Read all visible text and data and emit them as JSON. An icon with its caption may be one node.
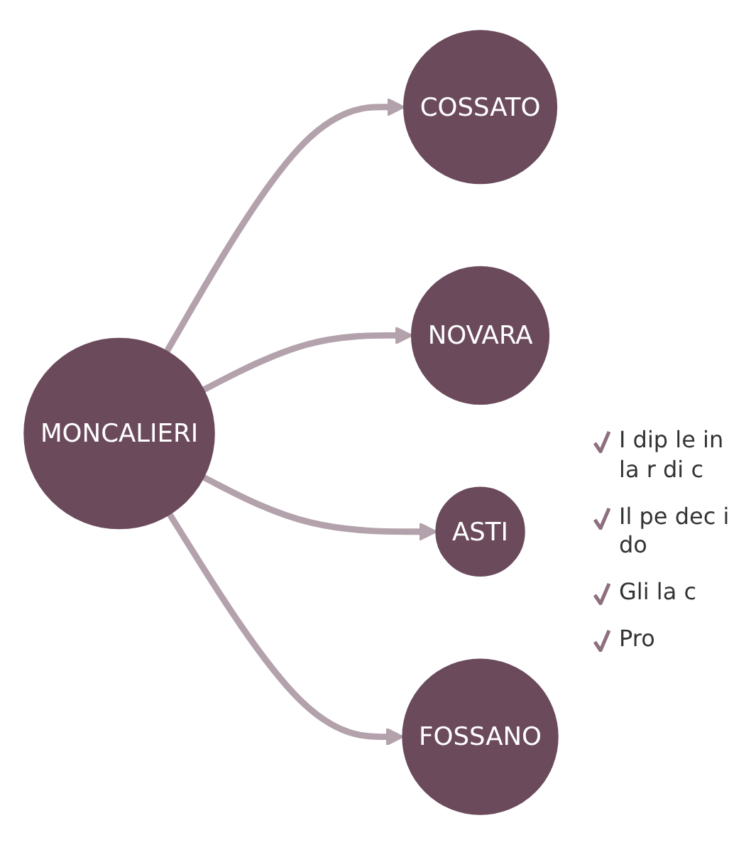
{
  "diagram": {
    "nodes": [
      {
        "text": [
          "COSSATO"
        ]
      },
      {
        "text": [
          "NOVARA"
        ]
      },
      {
        "text": [
          "MONCALIERI"
        ]
      },
      {
        "text": [
          "ASTI"
        ]
      },
      {
        "text": [
          "FOSSANO"
        ]
      }
    ],
    "edges": [
      {
        "from": 2,
        "to": 0,
        "arrow": "to"
      },
      {
        "from": 2,
        "to": 1,
        "arrow": "to"
      },
      {
        "from": 2,
        "to": 3,
        "arrow": "to"
      },
      {
        "from": 2,
        "to": 4,
        "arrow": "to"
      }
    ],
    "labels": [
      "I dip le in la r di c",
      "Il pe dec i do",
      "Gli la c",
      "Pro"
    ]
  }
}
